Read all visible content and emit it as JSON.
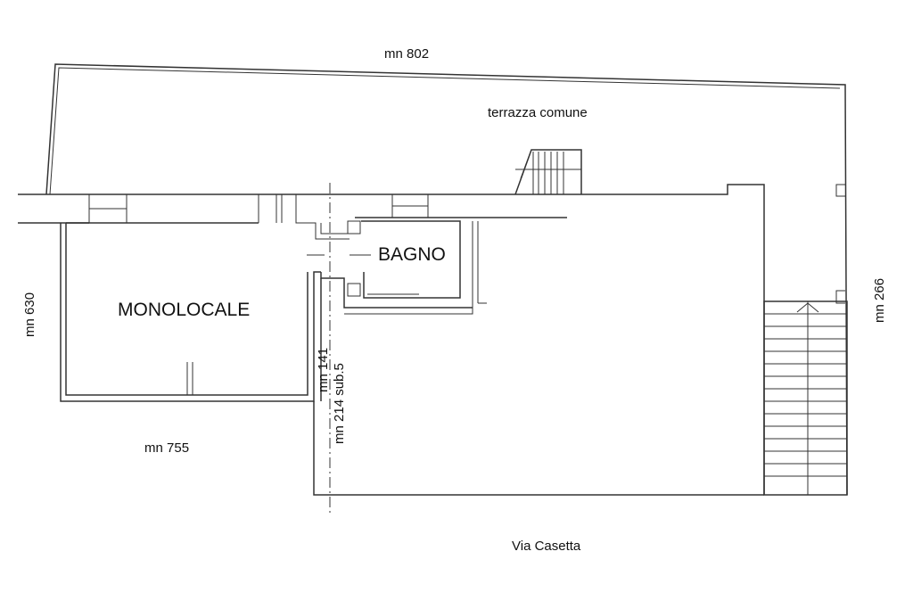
{
  "labels": {
    "mn802": "mn 802",
    "terrazza": "terrazza comune",
    "bagno": "BAGNO",
    "monolocale": "MONOLOCALE",
    "mn630": "mn 630",
    "mn266": "mn 266",
    "mn141": "mn 141",
    "mn214": "mn 214 sub.5",
    "mn755": "mn 755",
    "via": "Via Casetta"
  }
}
